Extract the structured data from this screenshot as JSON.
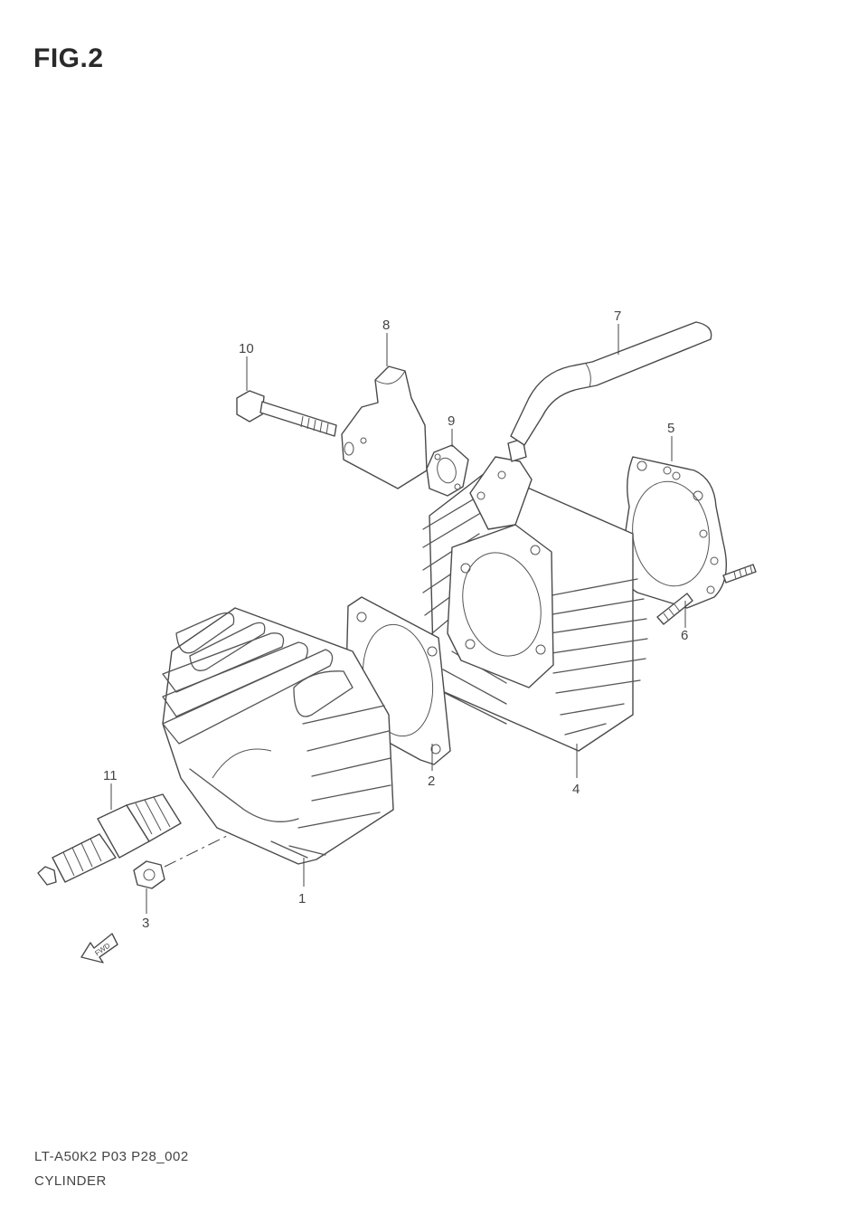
{
  "figure": {
    "title": "FIG.2"
  },
  "parts": [
    {
      "number": "1",
      "part": "cylinder-head"
    },
    {
      "number": "2",
      "part": "head-gasket"
    },
    {
      "number": "3",
      "part": "nut"
    },
    {
      "number": "4",
      "part": "cylinder"
    },
    {
      "number": "5",
      "part": "base-gasket"
    },
    {
      "number": "6",
      "part": "stud-bolt"
    },
    {
      "number": "7",
      "part": "hose"
    },
    {
      "number": "8",
      "part": "intake-pipe"
    },
    {
      "number": "9",
      "part": "intake-gasket"
    },
    {
      "number": "10",
      "part": "bolt"
    },
    {
      "number": "11",
      "part": "spark-plug"
    }
  ],
  "arrow": {
    "label": "FWD"
  },
  "footer": {
    "code": "LT-A50K2 P03 P28_002",
    "name": "CYLINDER"
  },
  "colors": {
    "line": "#4a4a4a",
    "background": "#ffffff"
  }
}
